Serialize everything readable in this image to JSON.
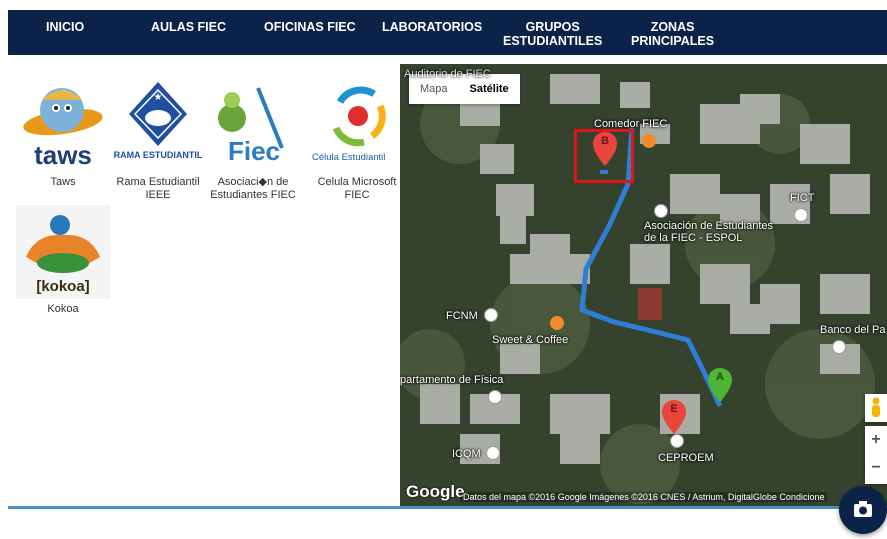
{
  "nav": {
    "items": [
      {
        "label": "INICIO"
      },
      {
        "label": "AULAS FIEC"
      },
      {
        "label": "OFICINAS FIEC"
      },
      {
        "label": "LABORATORIOS"
      },
      {
        "label": "GRUPOS\nESTUDIANTILES"
      },
      {
        "label": "ZONAS\nPRINCIPALES"
      }
    ]
  },
  "groups": {
    "items": [
      {
        "label": "Taws",
        "logo_text": "taws"
      },
      {
        "label": "Rama Estudiantil IEEE",
        "logo_text": "RAMA ESTUDIANTIL"
      },
      {
        "label": "Asociaci◆n de Estudiantes FIEC",
        "logo_text": "Fiec"
      },
      {
        "label": "Celula Microsoft FIEC",
        "logo_text": "Célula Estudiantil"
      },
      {
        "label": "Kokoa",
        "logo_text": "[kokoa]"
      }
    ]
  },
  "map": {
    "type_map": "Mapa",
    "type_satellite": "Satélite",
    "labels": {
      "comedor": "Comedor FIEC",
      "asociacion": "Asociación de Estudiantes\nde la FIEC - ESPOL",
      "fict": "FICT",
      "fcnm": "FCNM",
      "sweet": "Sweet & Coffee",
      "banco": "Banco del Pa",
      "fisica": "partamento de Física",
      "icqm": "ICQM",
      "cepro": "CEPROEM",
      "top": "Auditorio de FIEC"
    },
    "markers": {
      "a": "A",
      "b": "B",
      "e": "E"
    },
    "zoom_in": "+",
    "zoom_out": "−",
    "google": "Google",
    "attribution": "Datos del mapa ©2016 Google Imágenes ©2016 CNES / Astrium, DigitalGlobe    Condicione"
  },
  "colors": {
    "nav_bg": "#0b2349",
    "route": "#2d7fd6",
    "highlight": "#e0151c",
    "divider": "#4a90c8"
  },
  "icons": {
    "camera": "camera-icon",
    "pegman": "pegman-icon"
  }
}
